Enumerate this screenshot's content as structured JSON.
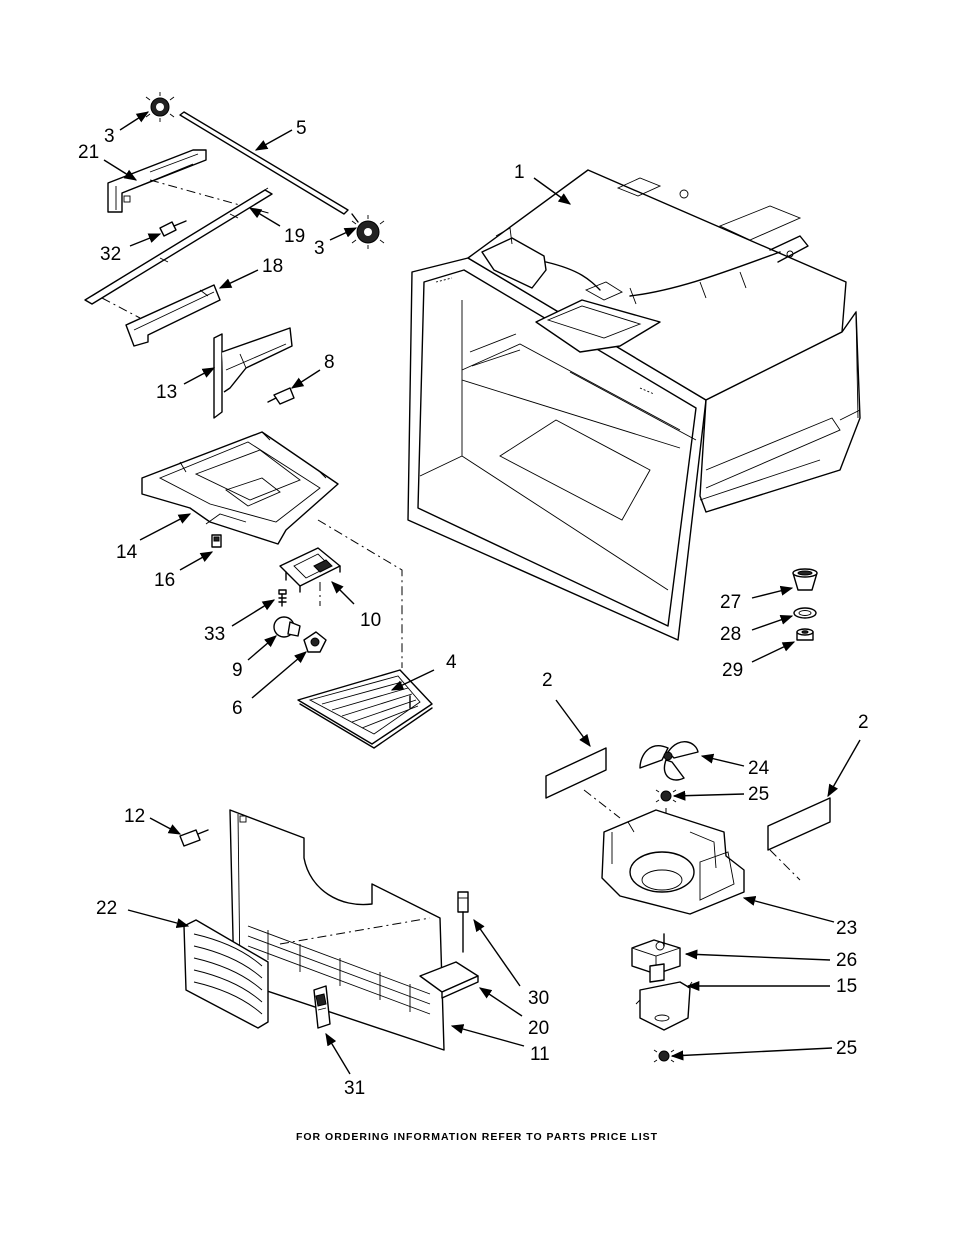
{
  "footer": "FOR ORDERING INFORMATION REFER TO PARTS PRICE LIST",
  "callouts": [
    {
      "id": "c-3a",
      "text": "3"
    },
    {
      "id": "c-5",
      "text": "5"
    },
    {
      "id": "c-21",
      "text": "21"
    },
    {
      "id": "c-19",
      "text": "19"
    },
    {
      "id": "c-3b",
      "text": "3"
    },
    {
      "id": "c-32",
      "text": "32"
    },
    {
      "id": "c-18",
      "text": "18"
    },
    {
      "id": "c-1",
      "text": "1"
    },
    {
      "id": "c-13",
      "text": "13"
    },
    {
      "id": "c-8",
      "text": "8"
    },
    {
      "id": "c-14",
      "text": "14"
    },
    {
      "id": "c-16",
      "text": "16"
    },
    {
      "id": "c-33",
      "text": "33"
    },
    {
      "id": "c-10",
      "text": "10"
    },
    {
      "id": "c-9",
      "text": "9"
    },
    {
      "id": "c-4",
      "text": "4"
    },
    {
      "id": "c-6",
      "text": "6"
    },
    {
      "id": "c-27",
      "text": "27"
    },
    {
      "id": "c-28",
      "text": "28"
    },
    {
      "id": "c-29",
      "text": "29"
    },
    {
      "id": "c-2a",
      "text": "2"
    },
    {
      "id": "c-2b",
      "text": "2"
    },
    {
      "id": "c-24",
      "text": "24"
    },
    {
      "id": "c-25a",
      "text": "25"
    },
    {
      "id": "c-12",
      "text": "12"
    },
    {
      "id": "c-22",
      "text": "22"
    },
    {
      "id": "c-23",
      "text": "23"
    },
    {
      "id": "c-26",
      "text": "26"
    },
    {
      "id": "c-15",
      "text": "15"
    },
    {
      "id": "c-30",
      "text": "30"
    },
    {
      "id": "c-20",
      "text": "20"
    },
    {
      "id": "c-11",
      "text": "11"
    },
    {
      "id": "c-25b",
      "text": "25"
    },
    {
      "id": "c-31",
      "text": "31"
    }
  ]
}
